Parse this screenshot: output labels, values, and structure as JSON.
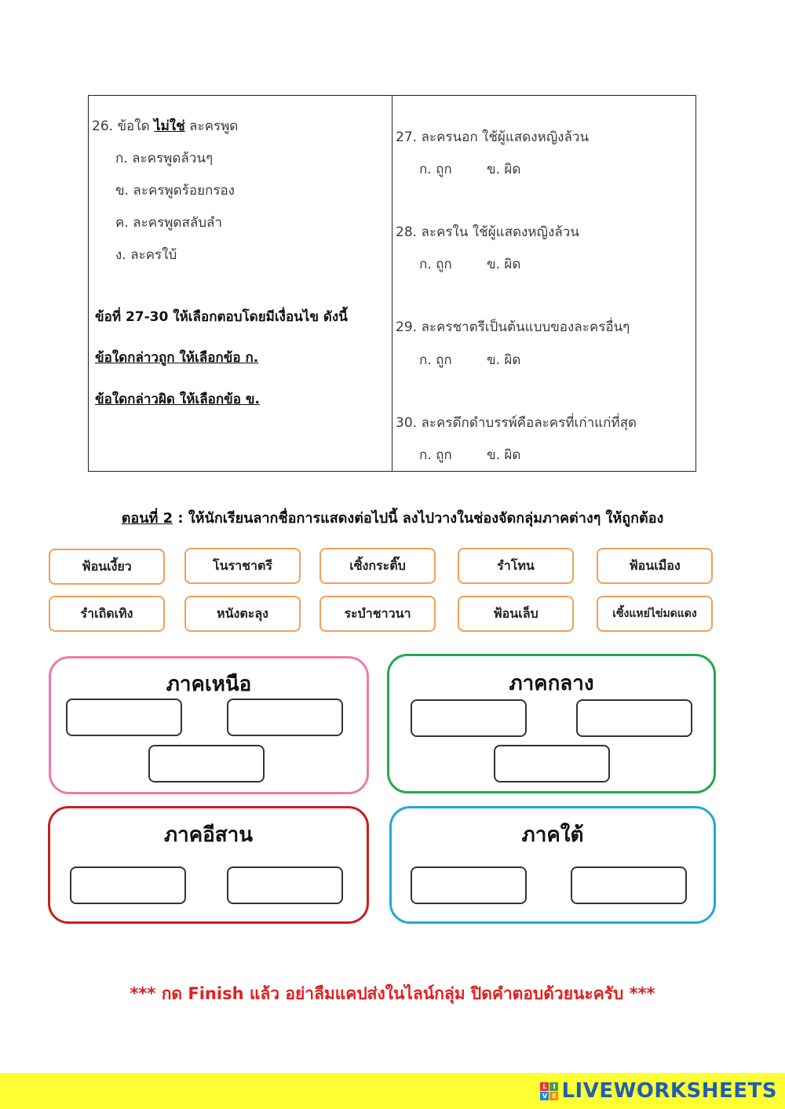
{
  "questions": {
    "q26": {
      "prefix": "26. ข้อใด",
      "emph": "ไม่ใช่",
      "suffix": "ละครพูด",
      "options": [
        "ก. ละครพูดล้วนๆ",
        "ข. ละครพูดร้อยกรอง",
        "ค. ละครพูดสลับลำ",
        "ง. ละครใบ้"
      ]
    },
    "instructions": {
      "line1": "ข้อที่ 27-30 ให้เลือกตอบโดยมีเงื่อนไข ดังนี้",
      "line2": "ข้อใดกล่าวถูก ให้เลือกข้อ ก.",
      "line3": "ข้อใดกล่าวผิด ให้เลือกข้อ ข."
    },
    "tf": [
      {
        "text": "27. ละครนอก ใช้ผู้แสดงหญิงล้วน",
        "opt_true": "ก. ถูก",
        "opt_false": "ข. ผิด"
      },
      {
        "text": "28. ละครใน ใช้ผู้แสดงหญิงล้วน",
        "opt_true": "ก. ถูก",
        "opt_false": "ข. ผิด"
      },
      {
        "text": "29. ละครชาตรีเป็นต้นแบบของละครอื่นๆ",
        "opt_true": "ก. ถูก",
        "opt_false": "ข. ผิด"
      },
      {
        "text": "30. ละครดึกดำบรรพ์คือละครที่เก่าแก่ที่สุด",
        "opt_true": "ก. ถูก",
        "opt_false": "ข. ผิด"
      }
    ]
  },
  "part2": {
    "label": "ตอนที่ 2",
    "instruction": " : ให้นักเรียนลากชื่อการแสดงต่อไปนี้ ลงไปวางในช่องจัดกลุ่มภาคต่างๆ ให้ถูกต้อง"
  },
  "chips": [
    "ฟ้อนเงี้ยว",
    "โนราชาตรี",
    "เซิ้งกระติ๊บ",
    "รำโทน",
    "ฟ้อนเมือง",
    "รำเถิดเทิง",
    "หนังตะลุง",
    "ระบำชาวนา",
    "ฟ้อนเล็บ",
    "เซิ้งแหย่ไข่มดแดง"
  ],
  "regions": {
    "north": {
      "title": "ภาคเหนือ",
      "color": "#ef7aa6"
    },
    "central": {
      "title": "ภาคกลาง",
      "color": "#1faa4a"
    },
    "northeast": {
      "title": "ภาคอีสาน",
      "color": "#c81e1e"
    },
    "south": {
      "title": "ภาคใต้",
      "color": "#22a7e0"
    }
  },
  "footer_note": "*** กด Finish แล้ว อย่าลืมแคปส่งในไลน์กลุ่ม ปิดคำตอบด้วยนะครับ ***",
  "brand": {
    "name": "LIVEWORKSHEETS",
    "logo_letters": [
      "L",
      "I",
      "V",
      "E"
    ],
    "bar_color": "#ffff33"
  }
}
